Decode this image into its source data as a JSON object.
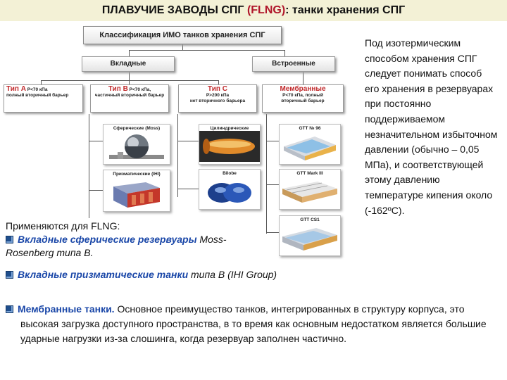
{
  "slide": {
    "title_prefix": "ПЛАВУЧИЕ ЗАВОДЫ СПГ",
    "title_flng": "(FLNG)",
    "title_suffix": ": танки хранения СПГ"
  },
  "diagram": {
    "header": "Классификация ИМО танков хранения СПГ",
    "left_group": "Вкладные",
    "right_group": "Встроенные",
    "types": [
      {
        "name": "Тип А",
        "param": "Р<70 кПа",
        "desc": "полный вторичный барьер"
      },
      {
        "name": "Тип В",
        "param": "Р<70 кПа,",
        "desc": "частичный вторичный барьер"
      },
      {
        "name": "Тип С",
        "param": "Р>200 кПа",
        "desc": "нет вторичного барьера"
      },
      {
        "name": "Мембранные",
        "param": "Р<70 кПа, полный",
        "desc": "вторичный барьер"
      }
    ],
    "images": {
      "moss": "Сферические (Moss)",
      "cylinder": "Цилиндрические",
      "ihi": "Призматические (IHI)",
      "bilobe": "Bilobe",
      "gtt96": "GTT № 96",
      "gtt_mark3": "GTT Mark III",
      "gtt_cs1": "GTT CS1"
    }
  },
  "right_text": "Под изотермическим способом хранения СПГ следует понимать способ его хранения в резервуарах при постоянно поддерживаемом незначительном избыточном давлении (обычно – 0,05 МПа), и соответствующей этому давлению температуре кипения около (-162ºС).",
  "applies": {
    "intro": "Применяются для FLNG:",
    "b1_bold": "Вкладные сферические резервуары",
    "b1_rest": " Moss-Rosenberg типа В.",
    "b2_bold": "Вкладные призматические танки",
    "b2_rest": " типа В (IHI Group)",
    "b3_bold": "Мембранные танки.",
    "b3_rest": " Основное преимущество танков, интегрированных в структуру корпуса, это высокая загрузка доступного пространства, в то время как основным недостатком является большие ударные нагрузки из-за слошинга, когда резервуар заполнен частично."
  },
  "colors": {
    "title_bg": "#f3f1d6",
    "accent_red": "#b0162a",
    "blue_text": "#1a47a8",
    "bullet": "#1f4e8c"
  }
}
